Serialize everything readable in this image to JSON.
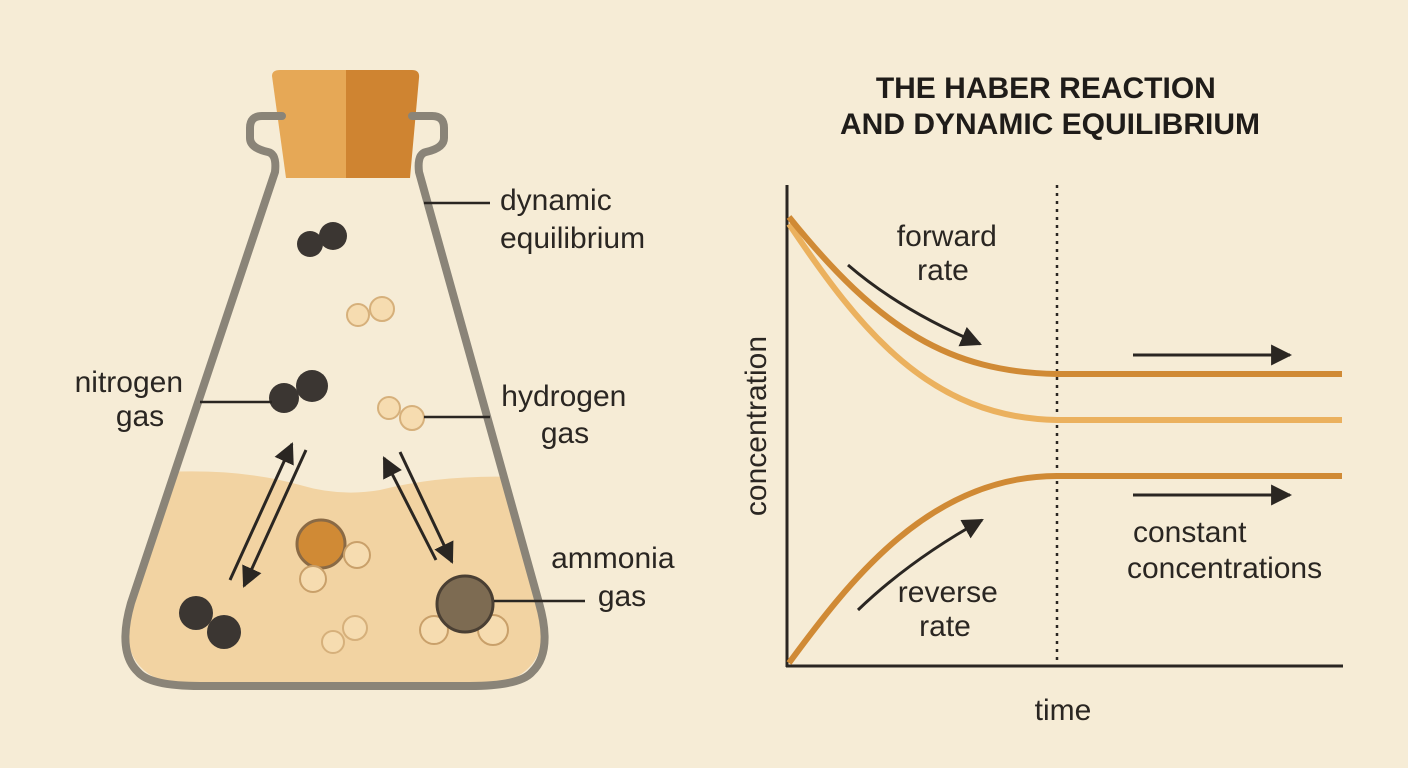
{
  "title_lines": [
    "THE HABER REACTION",
    "AND DYNAMIC EQUILIBRIUM"
  ],
  "flask": {
    "labels": {
      "dynamic": [
        "dynamic",
        "equilibrium"
      ],
      "nitrogen": [
        "nitrogen",
        "gas"
      ],
      "hydrogen": [
        "hydrogen",
        "gas"
      ],
      "ammonia": [
        "ammonia",
        "gas"
      ]
    }
  },
  "graph": {
    "ylabel": "concentration",
    "xlabel": "time",
    "forward": [
      "forward",
      "rate"
    ],
    "reverse": [
      "reverse",
      "rate"
    ],
    "constant": [
      "constant",
      "concentrations"
    ]
  },
  "colors": {
    "background": "#f6ecd6",
    "glass": "#8a8478",
    "liquid": "#f2d3a2",
    "cork_light": "#e6a856",
    "cork_dark": "#cf8431",
    "nitrogen": "#3b3632",
    "hydrogen": "#f6dcb0",
    "curve_dark": "#d08a35",
    "curve_light": "#ebb15e",
    "ink": "#2a2622"
  }
}
